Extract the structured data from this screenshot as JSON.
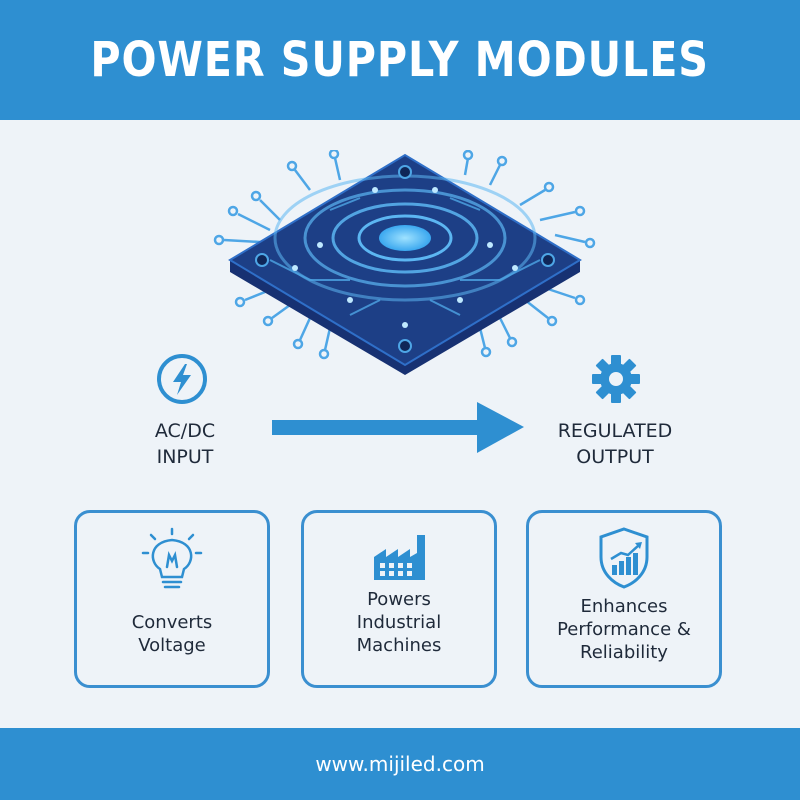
{
  "header": {
    "title": "POWER SUPPLY MODULES"
  },
  "flow": {
    "input_line1": "AC/DC",
    "input_line2": "INPUT",
    "output_line1": "REGULATED",
    "output_line2": "OUTPUT"
  },
  "cards": [
    {
      "icon": "lightbulb-icon",
      "line1": "Converts",
      "line2": "Voltage",
      "line3": ""
    },
    {
      "icon": "factory-icon",
      "line1": "Powers",
      "line2": "Industrial",
      "line3": "Machines"
    },
    {
      "icon": "shield-chart-icon",
      "line1": "Enhances",
      "line2": "Performance &",
      "line3": "Reliability"
    }
  ],
  "footer": {
    "url": "www.mijiled.com"
  },
  "colors": {
    "brand_blue": "#2e8fd1",
    "background": "#eef3f8",
    "chip_dark": "#1d3f86",
    "chip_glow": "#6fc8ff"
  }
}
